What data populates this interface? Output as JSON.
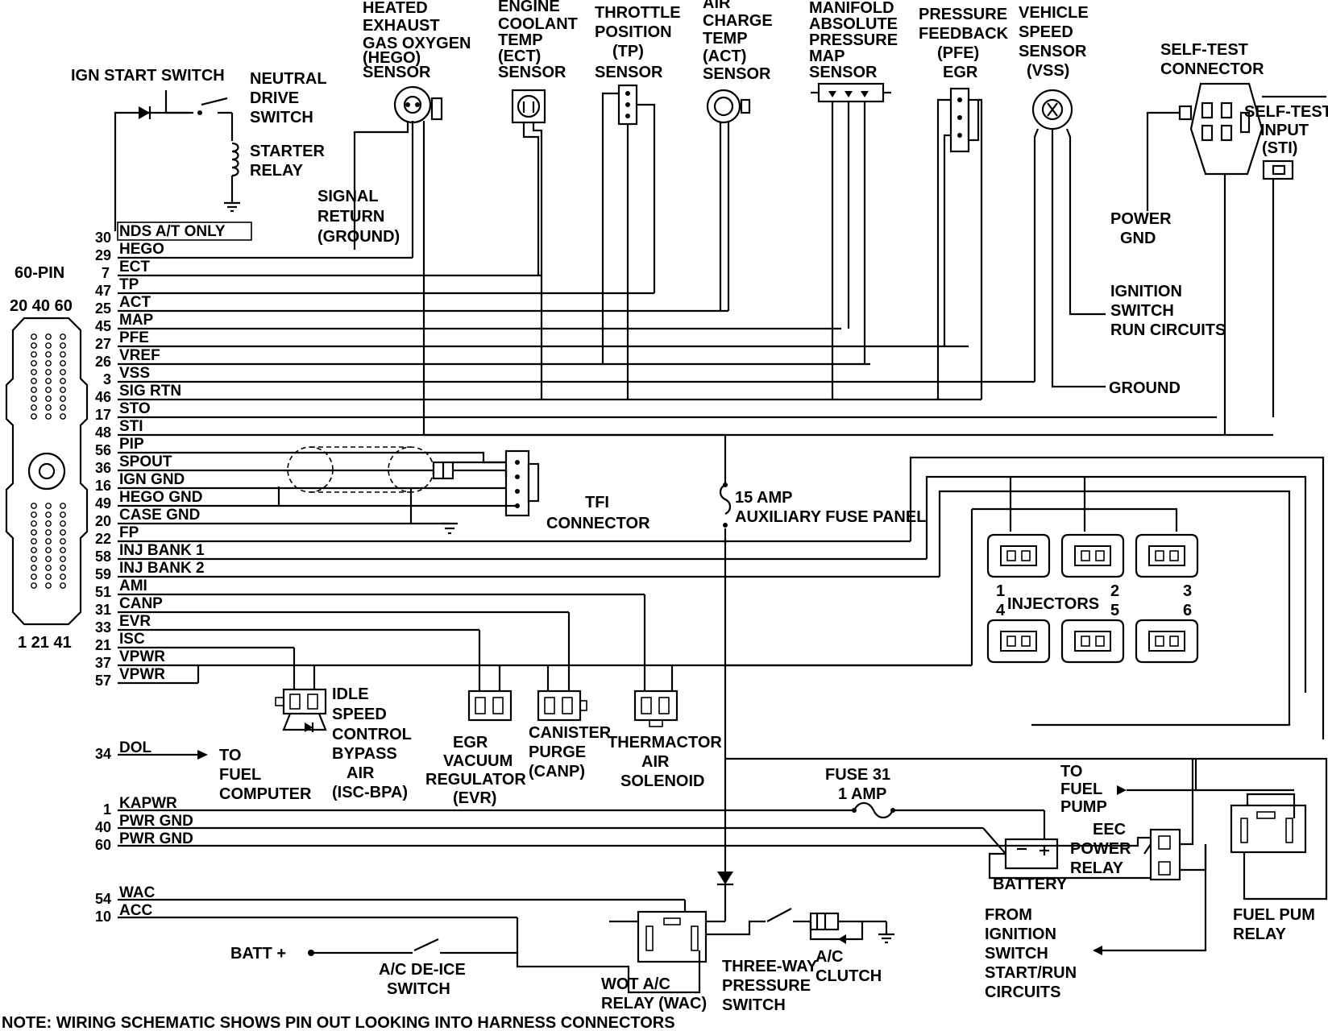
{
  "components": {
    "hego": [
      "HEATED",
      "EXHAUST",
      "GAS OXYGEN",
      "(HEGO)",
      "SENSOR"
    ],
    "ect": [
      "ENGINE",
      "COOLANT",
      "TEMP",
      "(ECT)",
      "SENSOR"
    ],
    "tp": [
      "THROTTLE",
      "POSITION",
      "(TP)",
      "SENSOR"
    ],
    "act": [
      "AIR",
      "CHARGE",
      "TEMP",
      "(ACT)",
      "SENSOR"
    ],
    "map": [
      "MANIFOLD",
      "ABSOLUTE",
      "PRESSURE",
      "MAP",
      "SENSOR"
    ],
    "pfe": [
      "PRESSURE",
      "FEEDBACK",
      "(PFE)",
      "EGR"
    ],
    "vss": [
      "VEHICLE",
      "SPEED",
      "SENSOR",
      "(VSS)"
    ],
    "self_test_connector": [
      "SELF-TEST",
      "CONNECTOR"
    ],
    "self_test_input": [
      "SELF-TEST",
      "INPUT",
      "(STI)"
    ],
    "ign_start_switch": "IGN START SWITCH",
    "neutral_drive_switch": [
      "NEUTRAL",
      "DRIVE",
      "SWITCH"
    ],
    "starter_relay": [
      "STARTER",
      "RELAY"
    ],
    "signal_return": [
      "SIGNAL",
      "RETURN",
      "(GROUND)"
    ],
    "power_gnd": [
      "POWER",
      "GND"
    ],
    "ignition_run": [
      "IGNITION",
      "SWITCH",
      "RUN CIRCUITS"
    ],
    "ground": "GROUND",
    "tfi_connector": [
      "TFI",
      "CONNECTOR"
    ],
    "fuse_panel": [
      "15 AMP",
      "AUXILIARY FUSE PANEL"
    ],
    "injectors": "INJECTORS",
    "injector_numbers": [
      "1",
      "2",
      "3",
      "4",
      "5",
      "6"
    ],
    "isc": [
      "IDLE",
      "SPEED",
      "CONTROL",
      "BYPASS",
      "AIR",
      "(ISC-BPA)"
    ],
    "evr": [
      "EGR",
      "VACUUM",
      "REGULATOR",
      "(EVR)"
    ],
    "canp": [
      "CANISTER",
      "PURGE",
      "(CANP)"
    ],
    "thermactor": [
      "THERMACTOR",
      "AIR",
      "SOLENOID"
    ],
    "fuel_computer": [
      "TO",
      "FUEL",
      "COMPUTER"
    ],
    "fuse31": [
      "FUSE 31",
      "1 AMP"
    ],
    "to_fuel_pump": [
      "TO",
      "FUEL",
      "PUMP"
    ],
    "eec_relay": [
      "EEC",
      "POWER",
      "RELAY"
    ],
    "battery": "BATTERY",
    "from_ignition": [
      "FROM",
      "IGNITION",
      "SWITCH",
      "START/RUN",
      "CIRCUITS"
    ],
    "fuel_pump_relay": [
      "FUEL PUM",
      "RELAY"
    ],
    "batt_plus": "BATT +",
    "ac_deice": [
      "A/C DE-ICE",
      "SWITCH"
    ],
    "wot_relay": [
      "WOT A/C",
      "RELAY (WAC)"
    ],
    "three_way": [
      "THREE-WAY",
      "PRESSURE",
      "SWITCH"
    ],
    "ac_clutch": [
      "A/C",
      "CLUTCH"
    ]
  },
  "ecu": {
    "title": "60-PIN",
    "top_pins": "20 40 60",
    "bottom_pins": "1 21 41"
  },
  "pins": [
    {
      "num": "30",
      "sig": "NDS A/T ONLY"
    },
    {
      "num": "29",
      "sig": "HEGO"
    },
    {
      "num": "7",
      "sig": "ECT"
    },
    {
      "num": "47",
      "sig": "TP"
    },
    {
      "num": "25",
      "sig": "ACT"
    },
    {
      "num": "45",
      "sig": "MAP"
    },
    {
      "num": "27",
      "sig": "PFE"
    },
    {
      "num": "26",
      "sig": "VREF"
    },
    {
      "num": "3",
      "sig": "VSS"
    },
    {
      "num": "46",
      "sig": "SIG RTN"
    },
    {
      "num": "17",
      "sig": "STO"
    },
    {
      "num": "48",
      "sig": "STI"
    },
    {
      "num": "56",
      "sig": "PIP"
    },
    {
      "num": "36",
      "sig": "SPOUT"
    },
    {
      "num": "16",
      "sig": "IGN GND"
    },
    {
      "num": "49",
      "sig": "HEGO GND"
    },
    {
      "num": "20",
      "sig": "CASE GND"
    },
    {
      "num": "22",
      "sig": "FP"
    },
    {
      "num": "58",
      "sig": "INJ BANK 1"
    },
    {
      "num": "59",
      "sig": "INJ BANK 2"
    },
    {
      "num": "51",
      "sig": "AMI"
    },
    {
      "num": "31",
      "sig": "CANP"
    },
    {
      "num": "33",
      "sig": "EVR"
    },
    {
      "num": "21",
      "sig": "ISC"
    },
    {
      "num": "37",
      "sig": "VPWR"
    },
    {
      "num": "57",
      "sig": "VPWR"
    },
    {
      "num": "34",
      "sig": "DOL"
    },
    {
      "num": "1",
      "sig": "KAPWR"
    },
    {
      "num": "40",
      "sig": "PWR GND"
    },
    {
      "num": "60",
      "sig": "PWR GND"
    },
    {
      "num": "54",
      "sig": "WAC"
    },
    {
      "num": "10",
      "sig": "ACC"
    }
  ],
  "note": "NOTE: WIRING SCHEMATIC SHOWS PIN OUT LOOKING INTO HARNESS CONNECTORS"
}
